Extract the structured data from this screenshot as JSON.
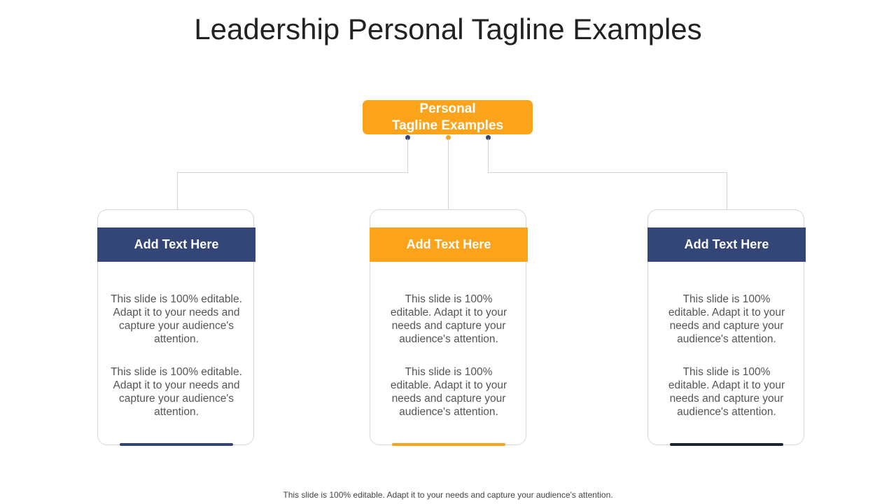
{
  "title": "Leadership Personal Tagline Examples",
  "root": {
    "line1": "Personal",
    "line2": "Tagline Examples",
    "color": "#fba31b"
  },
  "colors": {
    "navy": "#344677",
    "orange": "#fba31b",
    "dark": "#1c2333"
  },
  "cards": [
    {
      "header": "Add Text Here",
      "header_color": "#344677",
      "bar_color": "#344677",
      "paragraph1": "This slide is 100% editable. Adapt it to your needs and capture your audience's attention.",
      "paragraph2": "This slide is 100% editable. Adapt it to your needs and capture your audience's attention."
    },
    {
      "header": "Add Text Here",
      "header_color": "#fba31b",
      "bar_color": "#fba31b",
      "paragraph1": "This slide is 100% editable. Adapt it to your needs and capture your audience's attention.",
      "paragraph2": "This slide is 100% editable. Adapt it to your needs and capture your audience's attention."
    },
    {
      "header": "Add Text Here",
      "header_color": "#344677",
      "bar_color": "#1c2333",
      "paragraph1": "This slide is 100% editable. Adapt it to your needs and capture your audience's attention.",
      "paragraph2": "This slide is 100% editable. Adapt it to your needs and capture your audience's attention."
    }
  ],
  "footer": "This slide is 100% editable. Adapt it to your needs and capture your audience's attention."
}
